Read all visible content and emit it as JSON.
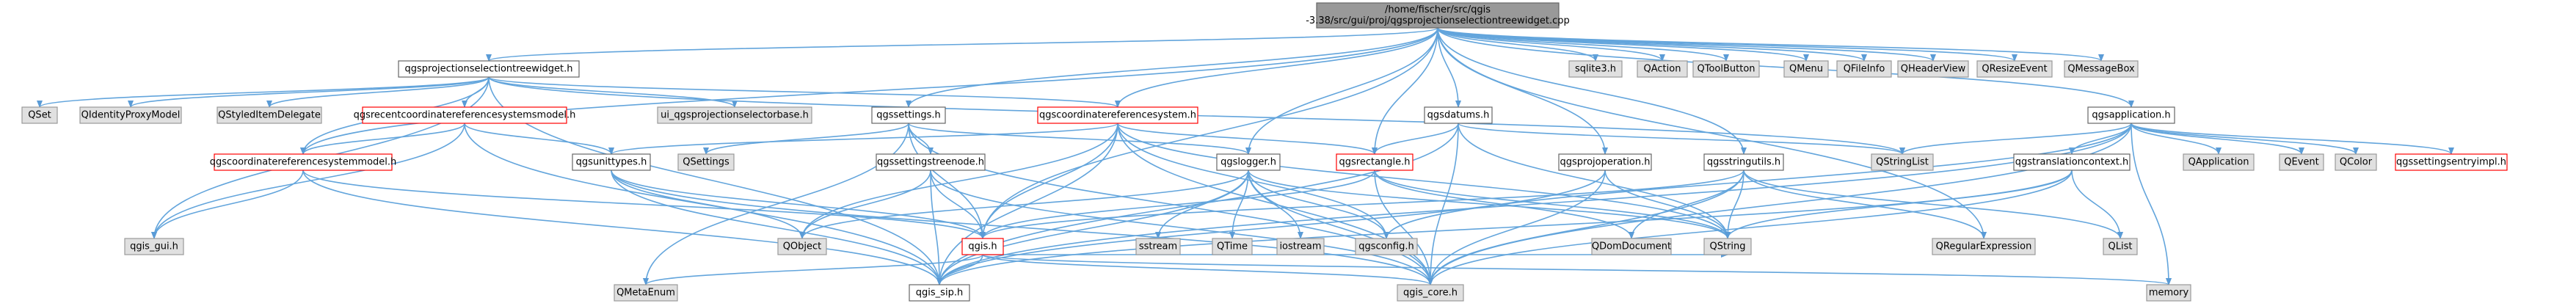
{
  "colors": {
    "edge": "#63a5dc",
    "arrow": "#5a9bd6",
    "root_fill": "#999999",
    "root_stroke": "#666666",
    "root_text": "#000000",
    "header_fill": "#ffffff",
    "header_stroke": "#666666",
    "external_fill": "#e0e0e0",
    "external_stroke": "#999999",
    "highlight_stroke": "#ff0000",
    "text": "#000000"
  },
  "nodes": [
    {
      "id": "root",
      "kind": "root",
      "lines": [
        "/home/fischer/src/qgis",
        "-3.38/src/gui/proj/qgsprojectionselectiontreewidget.cpp"
      ]
    },
    {
      "id": "qgsprojectionselectiontreewidget_h",
      "kind": "header",
      "lines": [
        "qgsprojectionselectiontreewidget.h"
      ]
    },
    {
      "id": "sqlite3_h",
      "kind": "external",
      "lines": [
        "sqlite3.h"
      ]
    },
    {
      "id": "QAction",
      "kind": "external",
      "lines": [
        "QAction"
      ]
    },
    {
      "id": "QToolButton",
      "kind": "external",
      "lines": [
        "QToolButton"
      ]
    },
    {
      "id": "QMenu",
      "kind": "external",
      "lines": [
        "QMenu"
      ]
    },
    {
      "id": "QFileInfo",
      "kind": "external",
      "lines": [
        "QFileInfo"
      ]
    },
    {
      "id": "QHeaderView",
      "kind": "external",
      "lines": [
        "QHeaderView"
      ]
    },
    {
      "id": "QResizeEvent",
      "kind": "external",
      "lines": [
        "QResizeEvent"
      ]
    },
    {
      "id": "QMessageBox",
      "kind": "external",
      "lines": [
        "QMessageBox"
      ]
    },
    {
      "id": "QSet",
      "kind": "external",
      "lines": [
        "QSet"
      ]
    },
    {
      "id": "QIdentityProxyModel",
      "kind": "external",
      "lines": [
        "QIdentityProxyModel"
      ]
    },
    {
      "id": "QStyledItemDelegate",
      "kind": "external",
      "lines": [
        "QStyledItemDelegate"
      ]
    },
    {
      "id": "qgsrecentcoordinatereferencesystemsmodel_h",
      "kind": "highlight",
      "lines": [
        "qgsrecentcoordinatereferencesystemsmodel.h"
      ]
    },
    {
      "id": "ui_qgsprojectionselectorbase_h",
      "kind": "external",
      "lines": [
        "ui_qgsprojectionselectorbase.h"
      ]
    },
    {
      "id": "qgssettings_h",
      "kind": "header",
      "lines": [
        "qgssettings.h"
      ]
    },
    {
      "id": "qgscoordinatereferencesystem_h",
      "kind": "highlight",
      "lines": [
        "qgscoordinatereferencesystem.h"
      ]
    },
    {
      "id": "qgsdatums_h",
      "kind": "header",
      "lines": [
        "qgsdatums.h"
      ]
    },
    {
      "id": "qgsapplication_h",
      "kind": "header",
      "lines": [
        "qgsapplication.h"
      ]
    },
    {
      "id": "qgscoordinatereferencesystemmodel_h",
      "kind": "highlight",
      "lines": [
        "qgscoordinatereferencesystemmodel.h"
      ]
    },
    {
      "id": "QSettings",
      "kind": "external",
      "lines": [
        "QSettings"
      ]
    },
    {
      "id": "qgsunittypes_h",
      "kind": "header",
      "lines": [
        "qgsunittypes.h"
      ]
    },
    {
      "id": "qgssettingstreenode_h",
      "kind": "header",
      "lines": [
        "qgssettingstreenode.h"
      ]
    },
    {
      "id": "qgslogger_h",
      "kind": "header",
      "lines": [
        "qgslogger.h"
      ]
    },
    {
      "id": "qgsrectangle_h",
      "kind": "highlight",
      "lines": [
        "qgsrectangle.h"
      ]
    },
    {
      "id": "qgsprojoperation_h",
      "kind": "header",
      "lines": [
        "qgsprojoperation.h"
      ]
    },
    {
      "id": "qgsstringutils_h",
      "kind": "header",
      "lines": [
        "qgsstringutils.h"
      ]
    },
    {
      "id": "QStringList",
      "kind": "external",
      "lines": [
        "QStringList"
      ]
    },
    {
      "id": "qgstranslationcontext_h",
      "kind": "header",
      "lines": [
        "qgstranslationcontext.h"
      ]
    },
    {
      "id": "QApplication",
      "kind": "external",
      "lines": [
        "QApplication"
      ]
    },
    {
      "id": "QEvent",
      "kind": "external",
      "lines": [
        "QEvent"
      ]
    },
    {
      "id": "QColor",
      "kind": "external",
      "lines": [
        "QColor"
      ]
    },
    {
      "id": "qgssettingsentryimpl_h",
      "kind": "highlight",
      "lines": [
        "qgssettingsentryimpl.h"
      ]
    },
    {
      "id": "qgis_gui_h",
      "kind": "external",
      "lines": [
        "qgis_gui.h"
      ]
    },
    {
      "id": "QObject",
      "kind": "external",
      "lines": [
        "QObject"
      ]
    },
    {
      "id": "qgis_h",
      "kind": "highlight",
      "lines": [
        "qgis.h"
      ]
    },
    {
      "id": "sstream",
      "kind": "external",
      "lines": [
        "sstream"
      ]
    },
    {
      "id": "QTime",
      "kind": "external",
      "lines": [
        "QTime"
      ]
    },
    {
      "id": "iostream",
      "kind": "external",
      "lines": [
        "iostream"
      ]
    },
    {
      "id": "qgsconfig_h",
      "kind": "external",
      "lines": [
        "qgsconfig.h"
      ]
    },
    {
      "id": "QDomDocument",
      "kind": "external",
      "lines": [
        "QDomDocument"
      ]
    },
    {
      "id": "QString",
      "kind": "external",
      "lines": [
        "QString"
      ]
    },
    {
      "id": "QRegularExpression",
      "kind": "external",
      "lines": [
        "QRegularExpression"
      ]
    },
    {
      "id": "QList",
      "kind": "external",
      "lines": [
        "QList"
      ]
    },
    {
      "id": "QMetaEnum",
      "kind": "external",
      "lines": [
        "QMetaEnum"
      ]
    },
    {
      "id": "qgis_sip_h",
      "kind": "header",
      "lines": [
        "qgis_sip.h"
      ]
    },
    {
      "id": "qgis_core_h",
      "kind": "external",
      "lines": [
        "qgis_core.h"
      ]
    },
    {
      "id": "memory",
      "kind": "external",
      "lines": [
        "memory"
      ]
    }
  ],
  "edges": [
    [
      "root",
      "qgsprojectionselectiontreewidget_h"
    ],
    [
      "root",
      "sqlite3_h"
    ],
    [
      "root",
      "QAction"
    ],
    [
      "root",
      "QToolButton"
    ],
    [
      "root",
      "QMenu"
    ],
    [
      "root",
      "QFileInfo"
    ],
    [
      "root",
      "QHeaderView"
    ],
    [
      "root",
      "QResizeEvent"
    ],
    [
      "root",
      "QMessageBox"
    ],
    [
      "root",
      "qgssettings_h"
    ],
    [
      "root",
      "qgscoordinatereferencesystem_h"
    ],
    [
      "root",
      "qgsdatums_h"
    ],
    [
      "root",
      "qgsapplication_h"
    ],
    [
      "root",
      "qgsprojoperation_h"
    ],
    [
      "root",
      "qgsstringutils_h"
    ],
    [
      "root",
      "qgscoordinatereferencesystemmodel_h"
    ],
    [
      "root",
      "qgslogger_h"
    ],
    [
      "root",
      "qgis_h"
    ],
    [
      "root",
      "qgsrectangle_h"
    ],
    [
      "root",
      "QRegularExpression"
    ],
    [
      "qgsprojectionselectiontreewidget_h",
      "QSet"
    ],
    [
      "qgsprojectionselectiontreewidget_h",
      "QIdentityProxyModel"
    ],
    [
      "qgsprojectionselectiontreewidget_h",
      "QStyledItemDelegate"
    ],
    [
      "qgsprojectionselectiontreewidget_h",
      "qgsrecentcoordinatereferencesystemsmodel_h"
    ],
    [
      "qgsprojectionselectiontreewidget_h",
      "ui_qgsprojectionselectorbase_h"
    ],
    [
      "qgsprojectionselectiontreewidget_h",
      "qgscoordinatereferencesystem_h"
    ],
    [
      "qgsprojectionselectiontreewidget_h",
      "qgscoordinatereferencesystemmodel_h"
    ],
    [
      "qgsprojectionselectiontreewidget_h",
      "qgis_gui_h"
    ],
    [
      "qgsprojectionselectiontreewidget_h",
      "qgis_sip_h"
    ],
    [
      "qgsprojectionselectiontreewidget_h",
      "QStringList"
    ],
    [
      "qgsrecentcoordinatereferencesystemsmodel_h",
      "qgscoordinatereferencesystemmodel_h"
    ],
    [
      "qgsrecentcoordinatereferencesystemsmodel_h",
      "qgis_gui_h"
    ],
    [
      "qgsrecentcoordinatereferencesystemsmodel_h",
      "qgis_sip_h"
    ],
    [
      "qgsrecentcoordinatereferencesystemsmodel_h",
      "qgsunittypes_h"
    ],
    [
      "qgscoordinatereferencesystemmodel_h",
      "qgis_gui_h"
    ],
    [
      "qgscoordinatereferencesystemmodel_h",
      "qgis_h"
    ],
    [
      "qgscoordinatereferencesystemmodel_h",
      "qgis_sip_h"
    ],
    [
      "qgssettings_h",
      "QSettings"
    ],
    [
      "qgssettings_h",
      "qgssettingstreenode_h"
    ],
    [
      "qgssettings_h",
      "qgslogger_h"
    ],
    [
      "qgssettings_h",
      "qgis_core_h"
    ],
    [
      "qgssettings_h",
      "QMetaEnum"
    ],
    [
      "qgssettings_h",
      "qgis_h"
    ],
    [
      "qgscoordinatereferencesystem_h",
      "qgsunittypes_h"
    ],
    [
      "qgscoordinatereferencesystem_h",
      "qgsrectangle_h"
    ],
    [
      "qgscoordinatereferencesystem_h",
      "QObject"
    ],
    [
      "qgscoordinatereferencesystem_h",
      "qgis_h"
    ],
    [
      "qgscoordinatereferencesystem_h",
      "qgis_sip_h"
    ],
    [
      "qgscoordinatereferencesystem_h",
      "qgis_core_h"
    ],
    [
      "qgscoordinatereferencesystem_h",
      "qgsconfig_h"
    ],
    [
      "qgscoordinatereferencesystem_h",
      "QString"
    ],
    [
      "qgsdatums_h",
      "qgsrectangle_h"
    ],
    [
      "qgsdatums_h",
      "qgis_core_h"
    ],
    [
      "qgsdatums_h",
      "qgis_sip_h"
    ],
    [
      "qgsdatums_h",
      "QString"
    ],
    [
      "qgsdatums_h",
      "QStringList"
    ],
    [
      "qgsapplication_h",
      "QApplication"
    ],
    [
      "qgsapplication_h",
      "QEvent"
    ],
    [
      "qgsapplication_h",
      "QColor"
    ],
    [
      "qgsapplication_h",
      "qgssettingsentryimpl_h"
    ],
    [
      "qgsapplication_h",
      "qgstranslationcontext_h"
    ],
    [
      "qgsapplication_h",
      "QStringList"
    ],
    [
      "qgsapplication_h",
      "qgis_core_h"
    ],
    [
      "qgsapplication_h",
      "qgis_sip_h"
    ],
    [
      "qgsapplication_h",
      "qgsconfig_h"
    ],
    [
      "qgsapplication_h",
      "memory"
    ],
    [
      "qgsunittypes_h",
      "QObject"
    ],
    [
      "qgsunittypes_h",
      "qgis_h"
    ],
    [
      "qgsunittypes_h",
      "qgis_sip_h"
    ],
    [
      "qgsunittypes_h",
      "qgis_core_h"
    ],
    [
      "qgssettingstreenode_h",
      "QObject"
    ],
    [
      "qgssettingstreenode_h",
      "qgis_h"
    ],
    [
      "qgssettingstreenode_h",
      "qgis_core_h"
    ],
    [
      "qgssettingstreenode_h",
      "qgis_sip_h"
    ],
    [
      "qgslogger_h",
      "sstream"
    ],
    [
      "qgslogger_h",
      "QTime"
    ],
    [
      "qgslogger_h",
      "iostream"
    ],
    [
      "qgslogger_h",
      "qgsconfig_h"
    ],
    [
      "qgslogger_h",
      "QString"
    ],
    [
      "qgslogger_h",
      "qgis_core_h"
    ],
    [
      "qgslogger_h",
      "qgis_sip_h"
    ],
    [
      "qgslogger_h",
      "QObject"
    ],
    [
      "qgsrectangle_h",
      "qgis_h"
    ],
    [
      "qgsrectangle_h",
      "QDomDocument"
    ],
    [
      "qgsrectangle_h",
      "qgis_core_h"
    ],
    [
      "qgsrectangle_h",
      "QString"
    ],
    [
      "qgsprojoperation_h",
      "QString"
    ],
    [
      "qgsprojoperation_h",
      "qgis_core_h"
    ],
    [
      "qgsprojoperation_h",
      "qgis_sip_h"
    ],
    [
      "qgsstringutils_h",
      "QDomDocument"
    ],
    [
      "qgsstringutils_h",
      "QString"
    ],
    [
      "qgsstringutils_h",
      "QRegularExpression"
    ],
    [
      "qgsstringutils_h",
      "QList"
    ],
    [
      "qgsstringutils_h",
      "qgis_core_h"
    ],
    [
      "qgsstringutils_h",
      "qgis_h"
    ],
    [
      "qgstranslationcontext_h",
      "QList"
    ],
    [
      "qgstranslationcontext_h",
      "QString"
    ],
    [
      "qgstranslationcontext_h",
      "qgis_core_h"
    ],
    [
      "qgstranslationcontext_h",
      "qgis_sip_h"
    ],
    [
      "qgis_h",
      "QMetaEnum"
    ],
    [
      "qgis_h",
      "qgis_sip_h"
    ],
    [
      "qgis_h",
      "qgis_core_h"
    ],
    [
      "qgis_h",
      "memory"
    ],
    [
      "qgis_h",
      "QString"
    ]
  ]
}
